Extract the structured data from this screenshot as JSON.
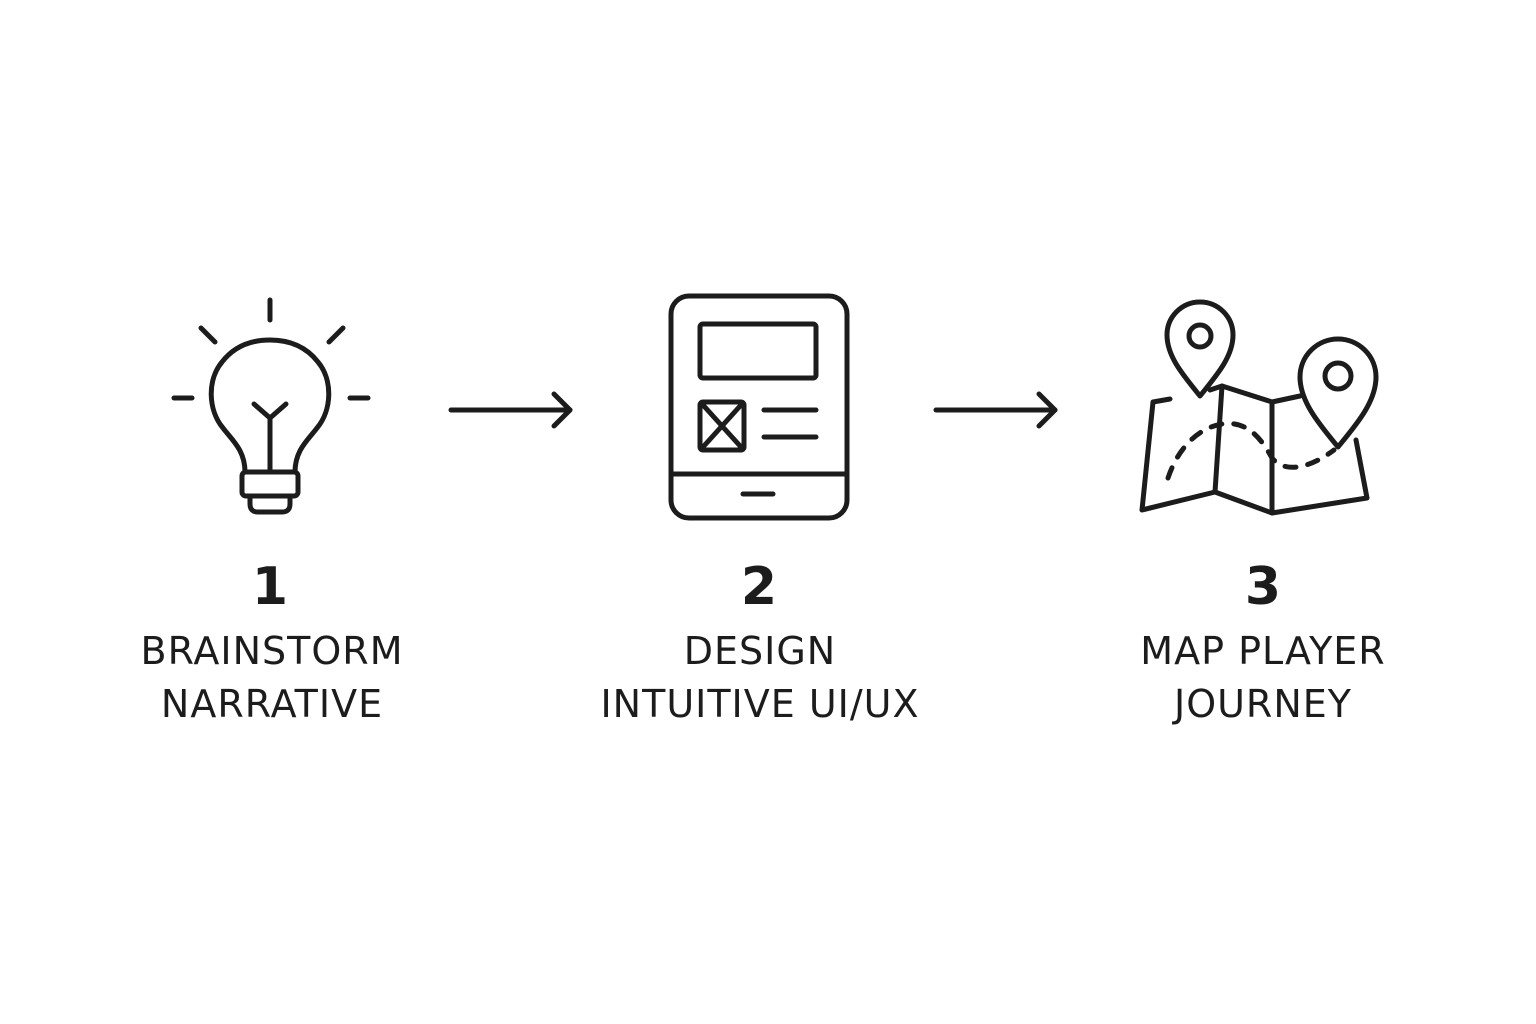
{
  "colors": {
    "stroke": "#1c1c1c",
    "background": "#ffffff"
  },
  "steps": [
    {
      "number": "1",
      "label_line1": "BRAINSTORM",
      "label_line2": "NARRATIVE",
      "icon": "lightbulb-icon"
    },
    {
      "number": "2",
      "label_line1": "DESIGN",
      "label_line2": "INTUITIVE UI/UX",
      "icon": "tablet-wireframe-icon"
    },
    {
      "number": "3",
      "label_line1": "MAP PLAYER",
      "label_line2": "JOURNEY",
      "icon": "map-pins-icon"
    }
  ],
  "connectors": [
    {
      "from": "1",
      "to": "2",
      "icon": "arrow-right-icon"
    },
    {
      "from": "2",
      "to": "3",
      "icon": "arrow-right-icon"
    }
  ]
}
